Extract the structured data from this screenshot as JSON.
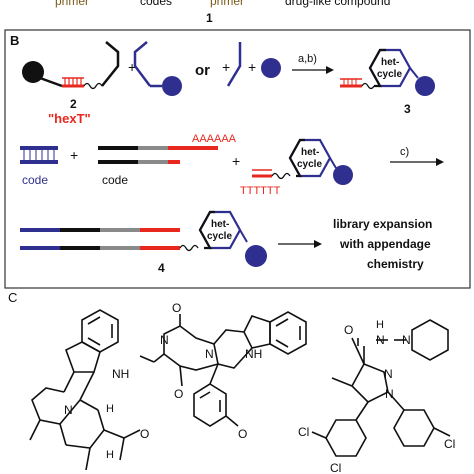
{
  "panel_a": {
    "caption_primer_left": "primer",
    "caption_codes": "codes",
    "caption_primer_right": "primer",
    "caption_compound": "drug-like compound",
    "compound_number": "1"
  },
  "panel_b": {
    "label": "B",
    "compound_2_number": "2",
    "hext_label": "\"hexT\"",
    "plus_1": "+",
    "or_word": "or",
    "plus_2": "+",
    "plus_3": "+",
    "conditions_ab": "a,b)",
    "hetcycle_line1": "het-",
    "hetcycle_line2": "cycle",
    "compound_3_number": "3",
    "code_label_blue": "code",
    "code_label_black": "code",
    "polyA": "AAAAAA",
    "polyT": "TTTTTT",
    "conditions_c": "c)",
    "compound_4_number": "4",
    "library_line1": "library expansion",
    "library_line2": "with appendage",
    "library_line3": "chemistry"
  },
  "panel_c": {
    "label": "C",
    "nh_left": "NH",
    "n_left": "N",
    "h_left_1": "H",
    "h_left_2": "H",
    "o_left": "O",
    "n_mid_1": "N",
    "n_mid_2": "N",
    "nh_mid": "NH",
    "o_mid_1": "O",
    "o_mid_2": "O",
    "o_mid_3": "O",
    "o_right": "O",
    "h_right": "H",
    "n_right_1": "N",
    "n_right_2": "N",
    "n_right_3": "N",
    "n_right_4": "N",
    "cl_1": "Cl",
    "cl_2": "Cl",
    "cl_3": "Cl"
  },
  "colors": {
    "blue": "#2f2f8f",
    "red": "#e8281e",
    "gray": "#8a8a8a",
    "black": "#111111"
  }
}
